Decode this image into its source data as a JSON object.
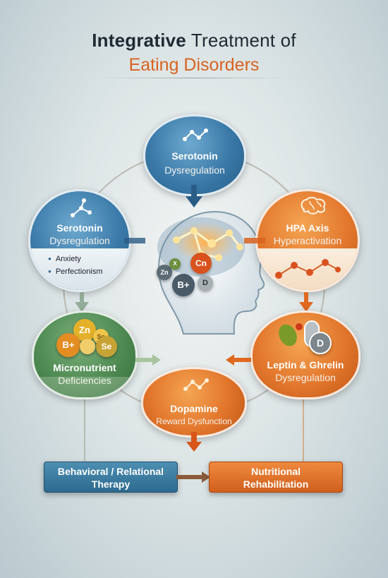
{
  "title": {
    "line1_bold": "Integrative",
    "line1_rest": " Treatment of",
    "line2": "Eating Disorders"
  },
  "nodes": {
    "top": {
      "line1": "Serotonin",
      "line2": "Dysregulation",
      "icon": "molecule-icon"
    },
    "left": {
      "line1": "Serotonin",
      "line2": "Dysregulation",
      "bullets": [
        "Anxiety",
        "Perfectionism"
      ],
      "icon": "molecule-icon"
    },
    "right": {
      "line1": "HPA Axis",
      "line2": "Hyperactivation",
      "icon": "brain-icon"
    },
    "lower_left": {
      "line1": "Micronutrient",
      "line2": "Deficiencies",
      "chips": [
        "Zn",
        "Se",
        "B+",
        "Se"
      ]
    },
    "lower_right": {
      "line1": "Leptin & Ghrelin",
      "line2": "Dysregulation",
      "chips": [
        "D"
      ]
    },
    "bottom": {
      "line1": "Dopamine",
      "line2": "Reward Dysfunction",
      "icon": "molecule-icon"
    }
  },
  "center": {
    "icon": "head-brain-icon",
    "chips": [
      "Cn",
      "Zn",
      "X",
      "B+",
      "D"
    ]
  },
  "boxes": {
    "left": {
      "line1": "Behavioral / Relational",
      "line2": "Therapy"
    },
    "right": {
      "line1": "Nutritional",
      "line2": "Rehabilitation"
    }
  },
  "colors": {
    "blue": "#3a79a8",
    "orange": "#e2762c",
    "green": "#4e8a52",
    "title_orange": "#d9621f"
  }
}
